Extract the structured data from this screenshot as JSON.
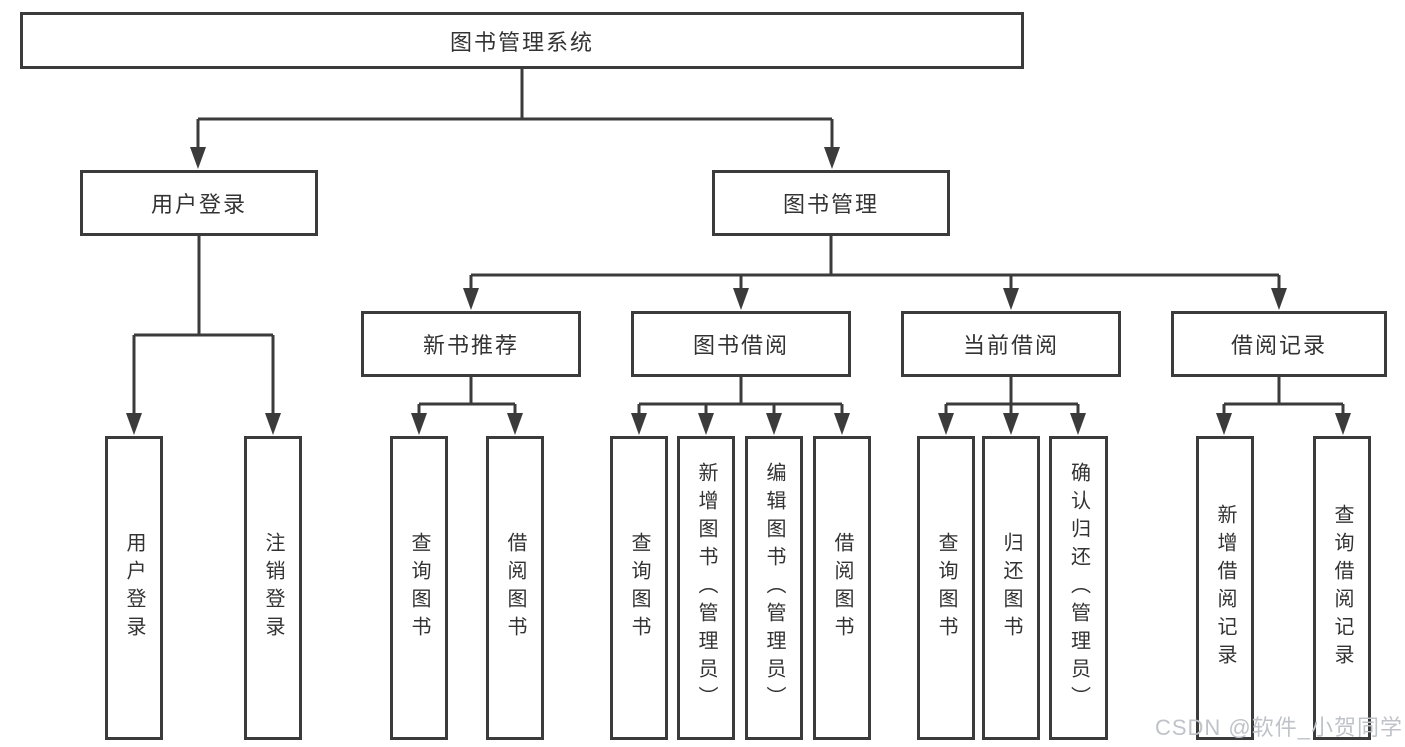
{
  "diagram": {
    "root": {
      "label": "图书管理系统"
    },
    "level2": [
      {
        "label": "用户登录"
      },
      {
        "label": "图书管理"
      }
    ],
    "level3": [
      {
        "label": "新书推荐"
      },
      {
        "label": "图书借阅"
      },
      {
        "label": "当前借阅"
      },
      {
        "label": "借阅记录"
      }
    ],
    "leaves": {
      "user_login": [
        "用户登录",
        "注销登录"
      ],
      "new_books": [
        "查询图书",
        "借阅图书"
      ],
      "book_borrow": [
        "查询图书",
        "新增图书（管理员）",
        "编辑图书（管理员）",
        "借阅图书"
      ],
      "current_borrow": [
        "查询图书",
        "归还图书",
        "确认归还（管理员）"
      ],
      "borrow_records": [
        "新增借阅记录",
        "查询借阅记录"
      ]
    }
  },
  "watermark": "CSDN @软件_小贺同学",
  "colors": {
    "line": "#3b3b3b",
    "box_border": "#3b3b3b",
    "text": "#333333",
    "background": "#ffffff",
    "watermark": "#bfc3c9"
  }
}
